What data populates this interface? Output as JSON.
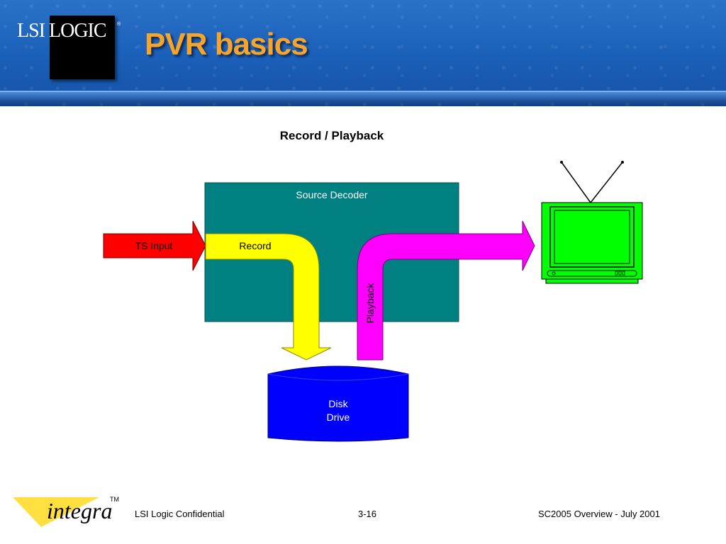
{
  "header": {
    "logo_text": "LSI LOGIC",
    "logo_mark": "®",
    "title": "PVR basics"
  },
  "diagram": {
    "subtitle": "Record / Playback",
    "source_decoder_label": "Source Decoder",
    "ts_input_label": "TS Input",
    "record_label": "Record",
    "playback_label": "Playback",
    "disk_label_line1": "Disk",
    "disk_label_line2": "Drive",
    "colors": {
      "decoder": "#008080",
      "ts_input": "#ff0000",
      "record": "#ffff00",
      "playback": "#ff00ff",
      "disk": "#0000ff",
      "tv": "#00ff00"
    }
  },
  "footer": {
    "brand": "integra",
    "trademark": "TM",
    "left": "LSI Logic Confidential",
    "center": "3-16",
    "right": "SC2005 Overview - July 2001"
  }
}
